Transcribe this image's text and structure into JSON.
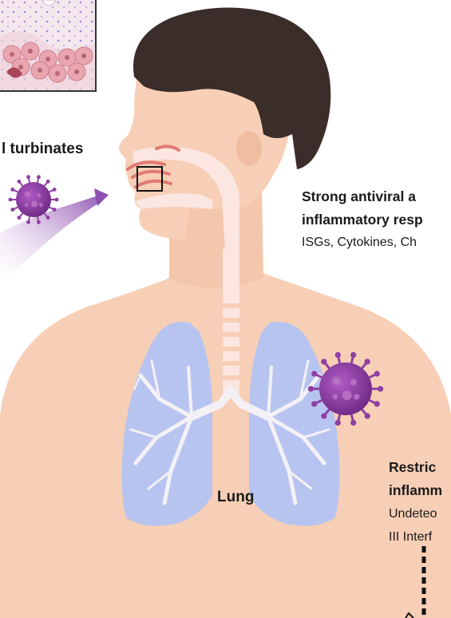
{
  "labels": {
    "nasal": "l turbinates",
    "upper_heading_line1": "Strong antiviral a",
    "upper_heading_line2": "inflammatory resp",
    "upper_detail": "ISGs, Cytokines, Ch",
    "lung": "Lung",
    "lower_heading_line1": "Restric",
    "lower_heading_line2": "inflamm",
    "lower_detail_line1": "Undeteo",
    "lower_detail_line2": "III Interf"
  },
  "colors": {
    "skin": "#f7cfb6",
    "skin_edge": "#efbfa3",
    "hair": "#3a2d2a",
    "airway": "#fbe6e1",
    "lung": "#b8c4f0",
    "lung_vessels": "#f4f1f6",
    "virus": "#8e3fa3",
    "virus_light": "#b874c5",
    "arrow": "#8d4fb0",
    "nasal_tissue": "#e07a72",
    "inset_cells": "#e9a6b0"
  }
}
